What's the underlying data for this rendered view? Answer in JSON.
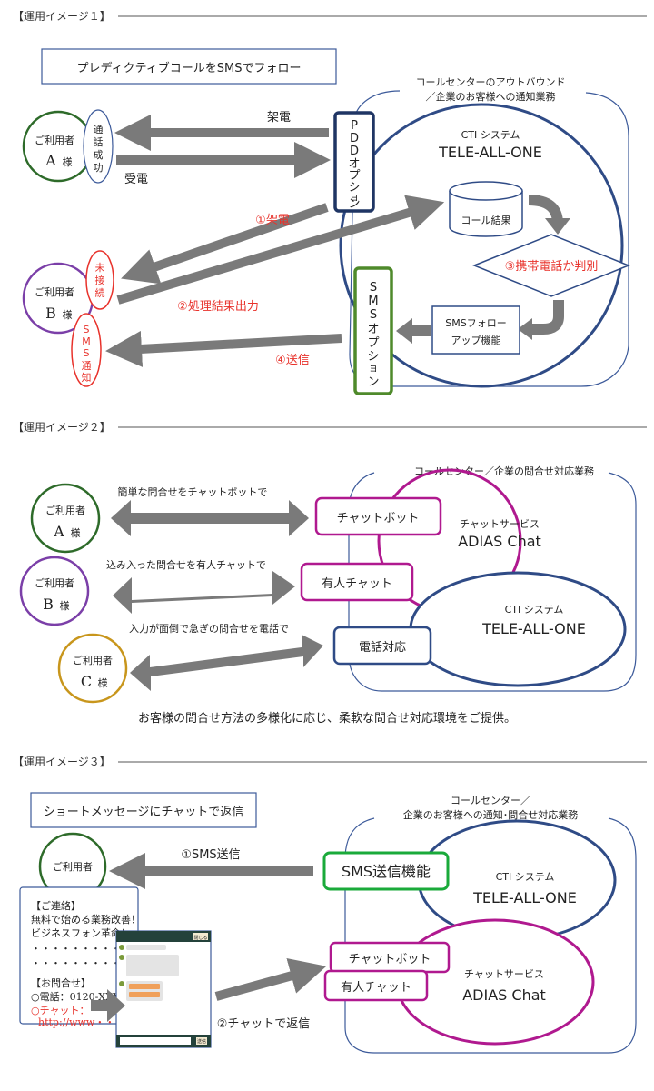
{
  "colors": {
    "arrow": "#7a7a7a",
    "navy": "#2f4b86",
    "green": "#2e6b2a",
    "purple": "#7b3fa8",
    "gold": "#c8961c",
    "magenta": "#b0198f",
    "bright_green": "#1aaa3a",
    "red": "#e8322b",
    "olive_green": "#4f8a2b"
  },
  "section1": {
    "header": "【運用イメージ１】",
    "title": "プレディクティブコールをSMSでフォロー",
    "container_label_line1": "コールセンターのアウトバウンド",
    "container_label_line2": "／企業のお客様への通知業務",
    "cti_label": "CTI システム",
    "cti_name": "TELE-ALL-ONE",
    "pdd_option": [
      "P",
      "D",
      "D",
      "オ",
      "プ",
      "シ",
      "ョ",
      "ン"
    ],
    "sms_option": [
      "S",
      "M",
      "S",
      "オ",
      "プ",
      "シ",
      "ョ",
      "ン"
    ],
    "call_result": "コール結果",
    "judge": "③携帯電話か判別",
    "sms_followup_line1": "SMSフォロー",
    "sms_followup_line2": "アップ機能",
    "user_a": {
      "line1": "ご利用者",
      "letter": "A",
      "suffix": "様",
      "badge": [
        "通",
        "話",
        "成",
        "功"
      ]
    },
    "user_b": {
      "line1": "ご利用者",
      "letter": "B",
      "suffix": "様",
      "badge1": [
        "未",
        "接",
        "続"
      ],
      "badge2": [
        "S",
        "M",
        "S",
        "通",
        "知"
      ]
    },
    "arrow_labels": {
      "call_out": "架電",
      "call_in": "受電",
      "step1": "①架電",
      "step2": "②処理結果出力",
      "step4": "④送信"
    }
  },
  "section2": {
    "header": "【運用イメージ２】",
    "container_label": "コールセンター／企業の問合せ対応業務",
    "chat_service_label": "チャットサービス",
    "chat_service_name": "ADIAS Chat",
    "cti_label": "CTI システム",
    "cti_name": "TELE-ALL-ONE",
    "chatbot": "チャットボット",
    "human_chat": "有人チャット",
    "phone": "電話対応",
    "users": [
      {
        "line1": "ご利用者",
        "letter": "A",
        "suffix": "様",
        "arrow_label": "簡単な問合せをチャットボットで"
      },
      {
        "line1": "ご利用者",
        "letter": "B",
        "suffix": "様",
        "arrow_label": "込み入った問合せを有人チャットで"
      },
      {
        "line1": "ご利用者",
        "letter": "C",
        "suffix": "様",
        "arrow_label": "入力が面倒で急ぎの問合せを電話で"
      }
    ],
    "footer": "お客様の問合せ方法の多様化に応じ、柔軟な問合せ対応環境をご提供。"
  },
  "section3": {
    "header": "【運用イメージ３】",
    "title": "ショートメッセージにチャットで返信",
    "user": "ご利用者",
    "step1": "①SMS送信",
    "step2": "②チャットで返信",
    "container_label_line1": "コールセンター／",
    "container_label_line2": "企業のお客様への通知･問合せ対応業務",
    "sms_send": "SMS送信機能",
    "cti_label": "CTI システム",
    "cti_name": "TELE-ALL-ONE",
    "chatbot": "チャットボット",
    "human_chat": "有人チャット",
    "chat_service_label": "チャットサービス",
    "chat_service_name": "ADIAS Chat",
    "sms_message": {
      "l1": "【ご連絡】",
      "l2": "無料で始める業務改善！",
      "l3": "ビジネスフォン革命！",
      "l4": "・・・・・・・・・・",
      "l5": "・・・・・・・・・・",
      "l6": "【お問合せ】",
      "l7": "○電話：0120-XXX-X",
      "l8": "○チャット：",
      "l9": "http://www・・・・"
    },
    "chat_window": {
      "close_button": "閉じる",
      "send_button": "送信"
    }
  }
}
